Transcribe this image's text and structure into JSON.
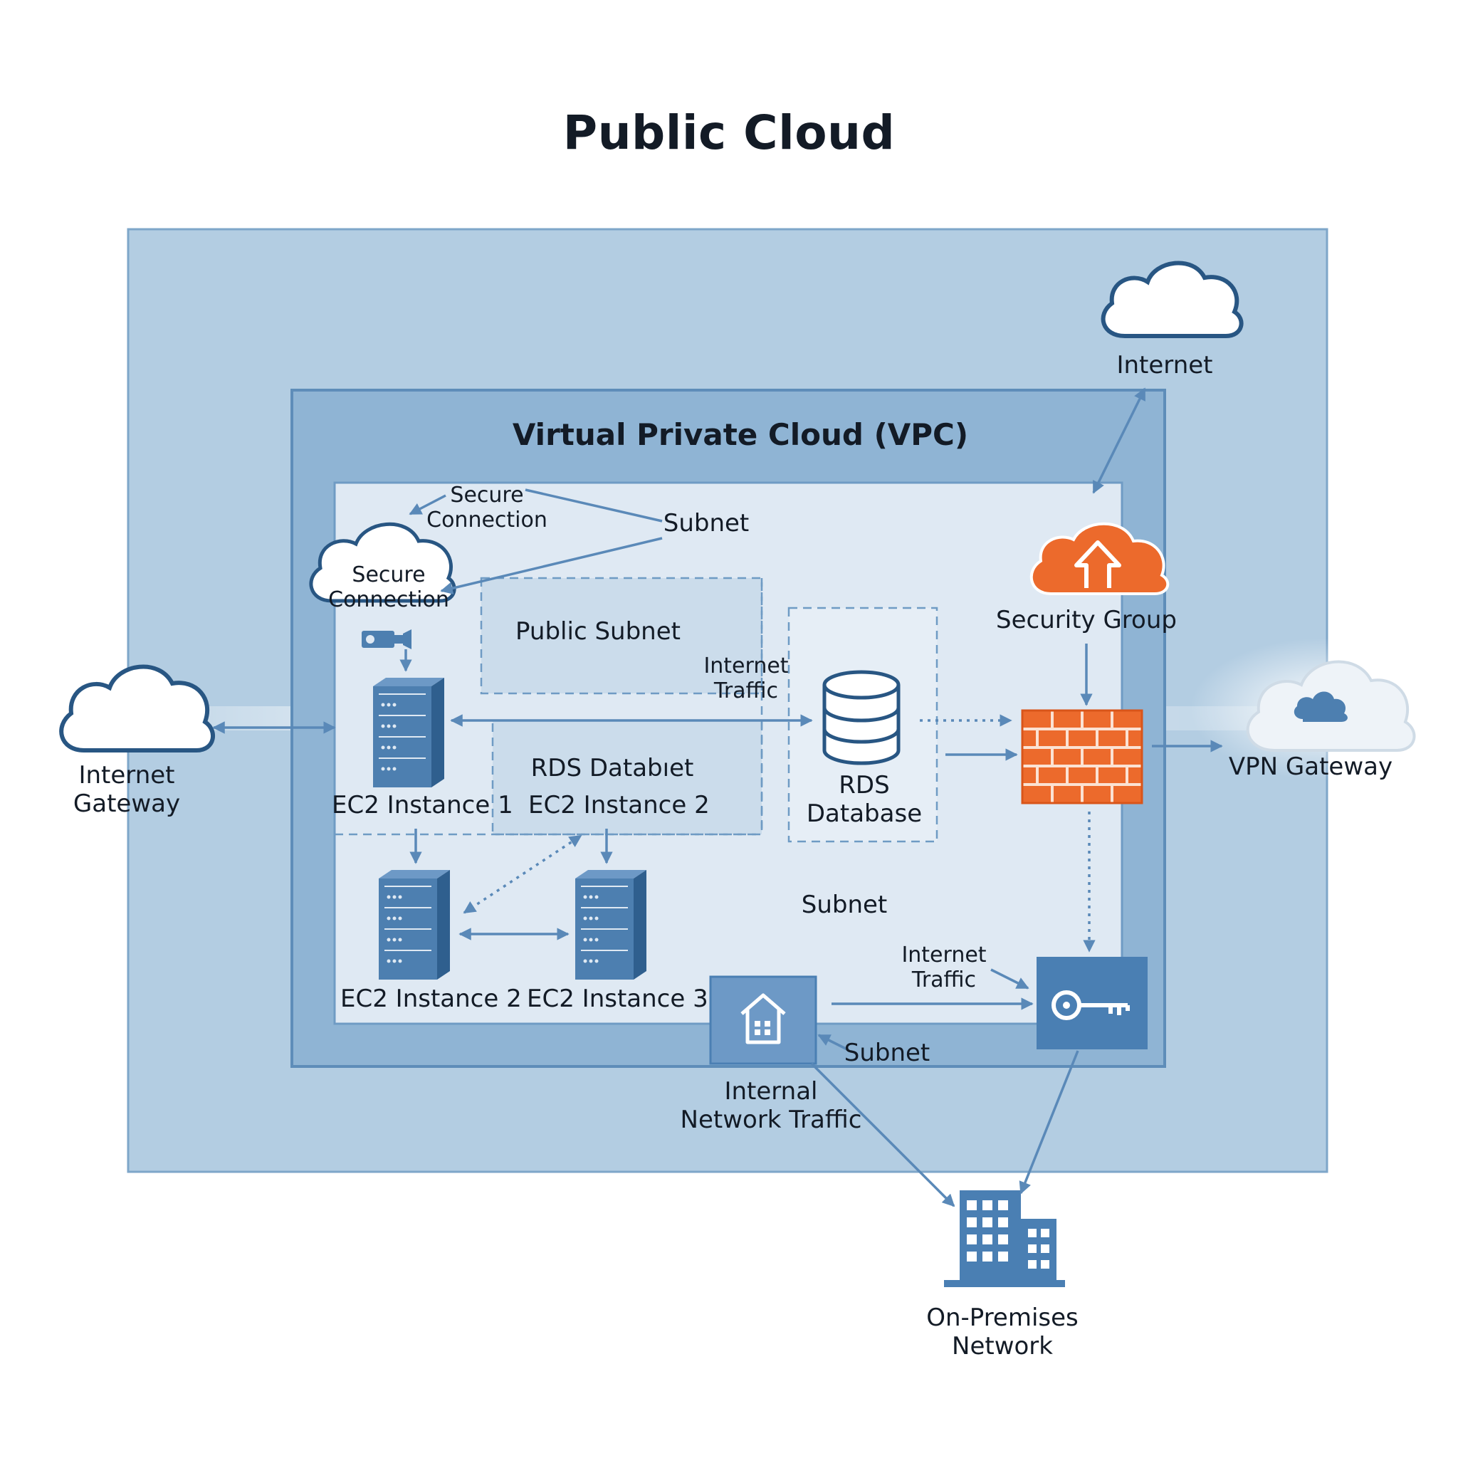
{
  "title": "Public Cloud",
  "vpc_title": "Virtual Private Cloud (VPC)",
  "labels": {
    "internet": "Internet",
    "internet_gateway": "Internet\nGateway",
    "vpn_gateway": "VPN Gateway",
    "security_group": "Security Group",
    "secure_connection_top": "Secure\nConnection",
    "secure_connection_cloud": "Secure\nConnection",
    "subnet_top": "Subnet",
    "public_subnet": "Public Subnet",
    "internet_traffic_top": "Internet\nTraffic",
    "rds_database_inner": "RDS Databıet",
    "ec2_instance_1": "EC2 Instance 1",
    "ec2_instance_2_upper": "EC2 Instance 2",
    "rds_database": "RDS\nDatabase",
    "subnet_mid": "Subnet",
    "ec2_instance_2": "EC2 Instance 2",
    "ec2_instance_3": "EC2 Instance 3",
    "internet_traffic_bottom": "Internet\nTraffic",
    "subnet_bottom": "Subnet",
    "internal_network_traffic": "Internal\nNetwork Traffic",
    "on_premises_network": "On-Premises\nNetwork"
  },
  "colors": {
    "outer_fill": "#b3cde2",
    "outer_border": "#7ea6c9",
    "vpc_fill": "#8fb4d4",
    "vpc_border": "#5e8db9",
    "subnet_fill": "#dfe9f3",
    "line": "#5a89b8",
    "server": "#4d7fb0",
    "firewall": "#ec6a2c",
    "security_cloud": "#ec6a2c",
    "key_box": "#4a7fb3"
  },
  "icons": {
    "internet": "cloud-icon",
    "internet_gateway": "cloud-icon",
    "vpn_gateway": "cloud-icon",
    "secure_connection": "cloud-icon",
    "camera": "camera-icon",
    "server": "server-rack-icon",
    "database": "database-icon",
    "security_group": "cloud-upload-icon",
    "firewall": "firewall-icon",
    "key": "key-icon",
    "home": "home-icon",
    "building": "building-icon"
  }
}
